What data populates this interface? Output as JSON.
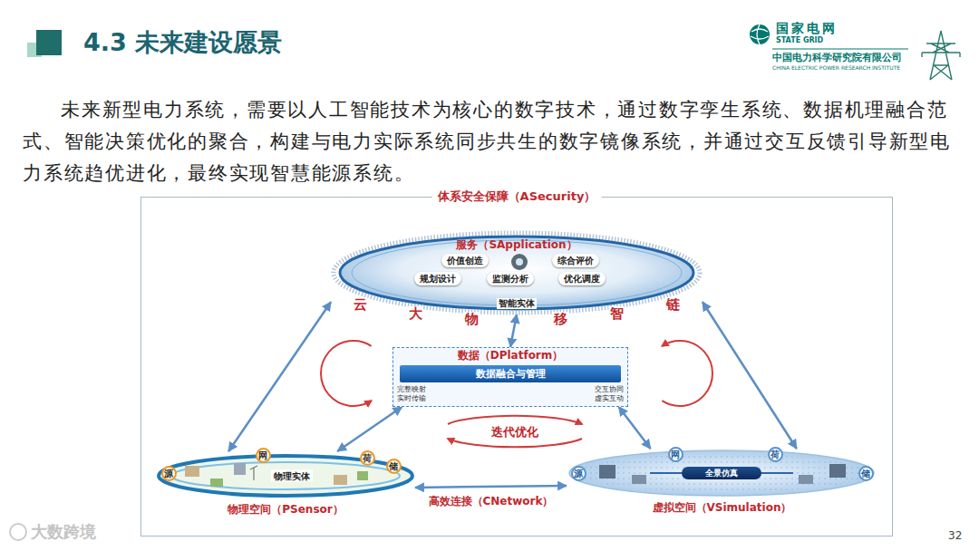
{
  "diagram": {
    "title": "4.3 未来建设愿景",
    "nodes": [
      {
        "text": [
          "体系安全保障（ASecurity）"
        ]
      },
      {
        "text": [
          "服务（SApplication）"
        ],
        "in": 0
      },
      {
        "text": [
          "价值创造"
        ],
        "in": 1
      },
      {
        "text": [
          "综合评价"
        ],
        "in": 1
      },
      {
        "text": [
          "规划设计"
        ],
        "in": 1
      },
      {
        "text": [
          "监测分析"
        ],
        "in": 1
      },
      {
        "text": [
          "优化调度"
        ],
        "in": 1
      },
      {
        "text": [
          "数据（DPlatform）",
          "完整映射 实时传输",
          "交互协同 虚实互动"
        ],
        "in": 0
      },
      {
        "text": [
          "数据融合与管理"
        ],
        "in": 7
      },
      {
        "text": [
          "物理空间（PSensor）",
          "物理实体"
        ],
        "in": 0
      },
      {
        "text": [
          "源"
        ],
        "in": 9
      },
      {
        "text": [
          "网"
        ],
        "in": 9
      },
      {
        "text": [
          "荷"
        ],
        "in": 9
      },
      {
        "text": [
          "储"
        ],
        "in": 9
      },
      {
        "text": [
          "虚拟空间（VSimulation）",
          "全景仿真"
        ],
        "in": 0
      },
      {
        "text": [
          "源"
        ],
        "in": 14
      },
      {
        "text": [
          "网"
        ],
        "in": 14
      },
      {
        "text": [
          "荷"
        ],
        "in": 14
      },
      {
        "text": [
          "储"
        ],
        "in": 14
      }
    ],
    "edges": [
      {
        "from": 9,
        "to": 1,
        "arrow": "both"
      },
      {
        "from": 1,
        "to": 7,
        "arrow": "both"
      },
      {
        "from": 1,
        "to": 14,
        "arrow": "both"
      },
      {
        "from": 7,
        "to": 9,
        "arrow": "both"
      },
      {
        "from": 7,
        "to": 14,
        "arrow": "both"
      },
      {
        "from": 9,
        "to": 14,
        "label": "高效连接（CNetwork）",
        "arrow": "both"
      }
    ],
    "labels": [
      "国家电网",
      "STATE GRID",
      "中国电力科学研究院有限公司",
      "CHINA ELECTRIC POWER RESEARCH INSTITUTE",
      "未来新型电力系统，需要以人工智能技术为核心的数字技术，通过数字孪生系统、数据机理融合范式、智能决策优化的聚合，构建与电力实际系统同步共生的数字镜像系统，并通过交互反馈引导新型电力系统趋优进化，最终实现智慧能源系统。",
      "云",
      "大",
      "物",
      "移",
      "智",
      "链",
      "智能实体",
      "迭代优化",
      "32",
      "大数跨境"
    ]
  }
}
